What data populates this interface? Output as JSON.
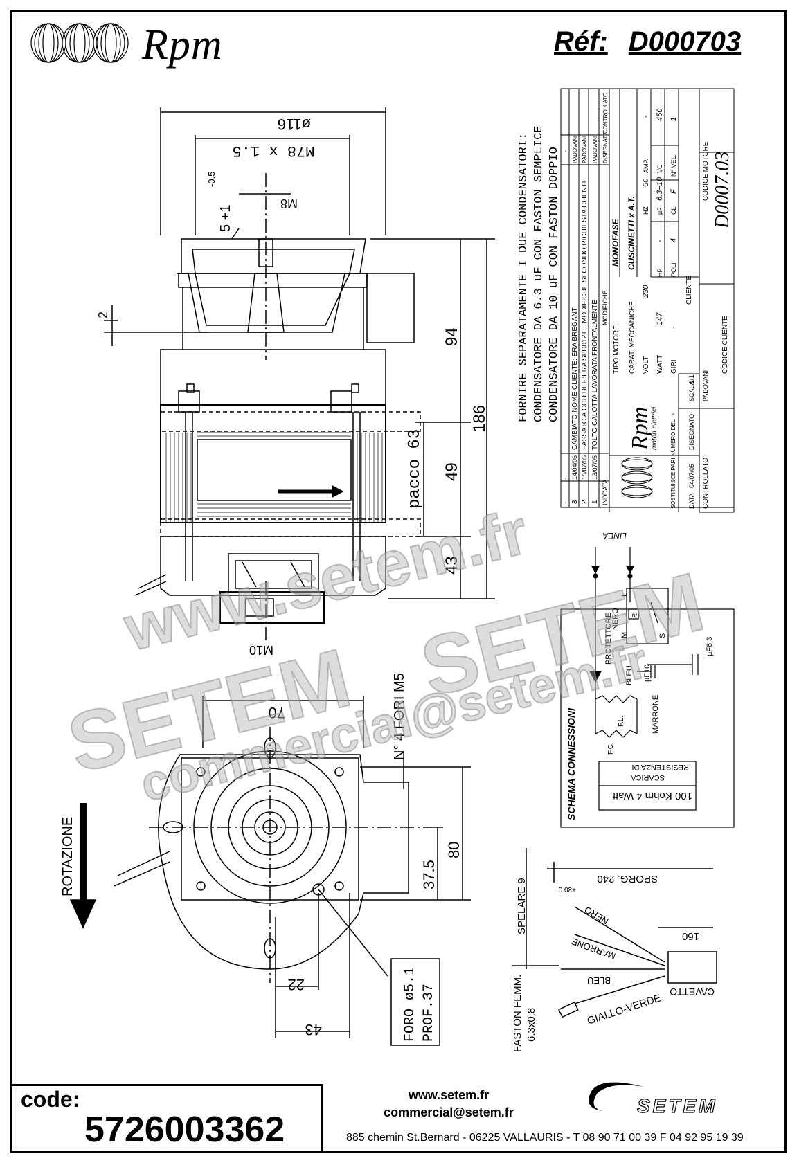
{
  "header": {
    "logo_text": "Rpm",
    "ref_label": "Réf:",
    "ref_value": "D000703"
  },
  "dimensions": {
    "d116": "ø116",
    "thread": "M78 x 1.5",
    "m8": "M8",
    "tol_a": "-0.5",
    "tol_b": "5 +1",
    "two": "2",
    "d94": "94",
    "d186": "186",
    "pacco": "pacco 63",
    "d49": "49",
    "d43": "43",
    "m10": "M10",
    "d70": "70",
    "fori": "N° 4 FORI M5",
    "d80": "80",
    "d37": "37.5",
    "d22": "22",
    "d43b": "43",
    "foro1": "FORO ø5.1",
    "foro2": "PROF.37",
    "rotazione": "ROTAZIONE"
  },
  "notes": {
    "line1": "FORNIRE SEPARATAMENTE I DUE CONDENSATORI:",
    "line2": "CONDENSATORE DA 6.3 uF CON FASTON SEMPLICE",
    "line3": "CONDENSATORE DA 10 uF CON FASTON DOPPIO"
  },
  "modifications": [
    {
      "n": "3",
      "date": "14/04/06",
      "desc": "CAMBIATO NOME CLIENTE: ERA BREGANT",
      "by": "PADOVANI"
    },
    {
      "n": "2",
      "date": "15/07/05",
      "desc": "PASSATO A COD.DEF.:ERA SPD0121 + MODIFICHE SECONDO RICHIESTA CLIENTE",
      "by": "PADOVANI"
    },
    {
      "n": "1",
      "date": "13/07/05",
      "desc": "TOLTO CALOTTA LAVORATA FRONTALMENTE",
      "by": "PADOVANI"
    }
  ],
  "mod_header": {
    "ind": "IND.",
    "data": "DATA",
    "modifiche": "MODIFICHE",
    "disegnato": "DISEGNATO",
    "controllato": "CONTROLLATO",
    "dash": "-"
  },
  "title_block": {
    "tipo_label": "TIPO MOTORE",
    "tipo": "MONOFASE",
    "carat_label": "CARAT. MECCANICHE",
    "carat": "CUSCINETTI x A.T.",
    "volt_label": "VOLT",
    "volt": "230",
    "hz_label": "HZ",
    "hz": "50",
    "amp_label": "AMP.",
    "amp": "-",
    "watt_label": "WATT",
    "watt": "147",
    "hp_label": "HP",
    "hp": "-",
    "uf_label": "µF",
    "uf": "6.3+10",
    "vc_label": "VC",
    "vc": "450",
    "giri_label": "GIRI",
    "giri": "-",
    "poli_label": "POLI",
    "poli": "4",
    "cl_label": "CL.",
    "cl": "F",
    "vel_label": "N° VEL.",
    "vel": "1",
    "cliente_label": "CLIENTE",
    "codice_motore_label": "CODICE MOTORE",
    "codice_motore": "D0007.03",
    "codice_cliente_label": "CODICE CLIENTE",
    "sostituisce_label": "SOSTITUISCE PARI NUMERO DEL",
    "sostituisce": "-",
    "scala_label": "SCALA",
    "scala": "1/1",
    "data_label": "DATA",
    "data": "04/07/05",
    "disegnato_label": "DISEGNATO",
    "disegnato": "PADOVANI",
    "controllato_label": "CONTROLLATO",
    "company": "Rpm",
    "company_sub": "motori elettrici"
  },
  "schema": {
    "title": "SCHEMA CONNESSIONI",
    "linea": "LINEA",
    "nero": "NERO",
    "protettore": "PROTETTORE",
    "bleu": "BLEU",
    "marrone": "MARRONE",
    "fl": "F.L.",
    "fc": "F.C.",
    "m": "M",
    "l": "L",
    "s": "S",
    "r": "R",
    "uf10": "µF10",
    "uf63": "µF6.3",
    "res1": "RESISTENZA DI",
    "res2": "SCARICA",
    "res3": "100 Kohm 4 Watt"
  },
  "cable": {
    "spelare": "SPELARE 9",
    "sporg": "SPORG. 240",
    "sporg_tol": "+30 0",
    "nero": "NERO",
    "marrone": "MARRONE",
    "bleu": "BLEU",
    "giallo": "GIALLO-VERDE",
    "cavetto": "CAVETTO",
    "d160": "160",
    "faston1": "FASTON FEMM.",
    "faston2": "6.3x0.8"
  },
  "footer": {
    "code_label": "code:",
    "code": "5726003362",
    "web": "www.setem.fr",
    "email": "commercial@setem.fr",
    "address": "885 chemin St.Bernard  -  06225 VALLAURIS  -  T 08 90 71 00 39   F 04 92 95 19 39",
    "setem": "SETEM"
  },
  "watermark": {
    "w1": "www.setem.fr",
    "w2": "SETEM",
    "w3": "SETEM",
    "w4": "commercial@setem.fr"
  }
}
